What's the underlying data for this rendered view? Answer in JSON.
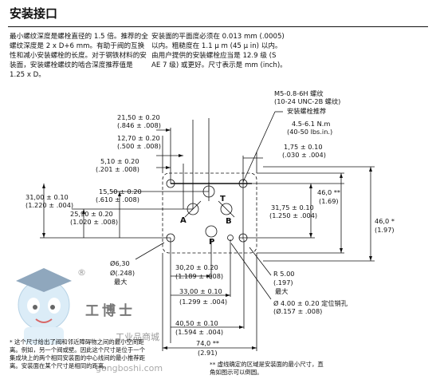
{
  "title": "安装接口",
  "intro_left": "最小螺纹深度是螺栓直径的 1.5 倍。推荐的全螺纹深度是 2 x D+6 mm。有助于阀的互换性和减小安装螺栓的长度。对于钢铁材料的安装面，安装螺栓螺纹的啮合深度推荐值是 1.25 x D。",
  "intro_right": "安装面的平面度必须在 0.013 mm (.0005) 以内。粗糙度在 1.1 μ m (45 μ in) 以内。由用户提供的安装螺栓应当是 12.9 级 (S AE 7 级) 或更好。尺寸表示是 mm (inch)。",
  "dims": {
    "d21_50": "21,50 ± 0.20",
    "d21_50_in": "(.846 ± .008)",
    "d12_70": "12,70 ± 0.20",
    "d12_70_in": "(.500 ± .008)",
    "d5_10": "5,10 ± 0.20",
    "d5_10_in": "(.201 ± .008)",
    "d15_50": "15,50 ± 0.20",
    "d15_50_in": "(.610 ± .008)",
    "d31_00": "31,00 ± 0.10",
    "d31_00_in": "(1.220 ± .004)",
    "d25_90": "25,90 ± 0.20",
    "d25_90_in": "(1.020 ± .008)",
    "d6_30": "Ø6,30",
    "d6_30_in": "Ø(.248)",
    "d6_30_note": "最大",
    "d30_20": "30,20 ± 0.20",
    "d30_20_in": "(1.189 ± .008)",
    "d33_00": "33,00 ± 0.10",
    "d33_00_in": "(1.299 ± .004)",
    "d40_50": "40,50 ± 0.10",
    "d40_50_in": "(1.594 ± .004)",
    "d74_0": "74,0 **",
    "d74_0_in": "(2.91)",
    "thread1": "M5-0.8-6H  螺纹",
    "thread2": "(10-24 UNC-2B  螺纹)",
    "thread3": "安装螺栓推荐",
    "torque1": "4.5-6.1 N.m",
    "torque2": "(40-50 lbs.in.)",
    "d1_75": "1,75 ± 0.10",
    "d1_75_in": "(.030 ± .004)",
    "d46_0a": "46,0 **",
    "d46_0a_in": "(1.69)",
    "d31_75": "31,75 ± 0.10",
    "d31_75_in": "(1.250 ± .004)",
    "d46_0b": "46,0 *",
    "d46_0b_in": "(1.97)",
    "r5_00": "R 5.00",
    "r5_00_in": "(.197)",
    "r5_00_note": "最大",
    "pin": "Ø 4.00 ± 0.20 定位销孔",
    "pin_in": "(Ø.157 ± .008)"
  },
  "ports": {
    "a": "A",
    "b": "B",
    "t": "T",
    "p": "P"
  },
  "footnote_left": "* 这个尺寸给出了阀和邻近障碍物之间的最小空间距离。例如，另一个阀或壁。因此这个尺寸是位于一个集成块上的两个相同安装面的中心线间的最小推荐距离。安装面在某个尺寸是相同的距离。",
  "footnote_right": "** 虚线确定的区域是安装面的最小尺寸，直角如图示可以倒圆。",
  "watermark": {
    "brand_cn": "工博士",
    "shop": "工业品商城",
    "url": "gongboshi.com",
    "reg": "®"
  }
}
